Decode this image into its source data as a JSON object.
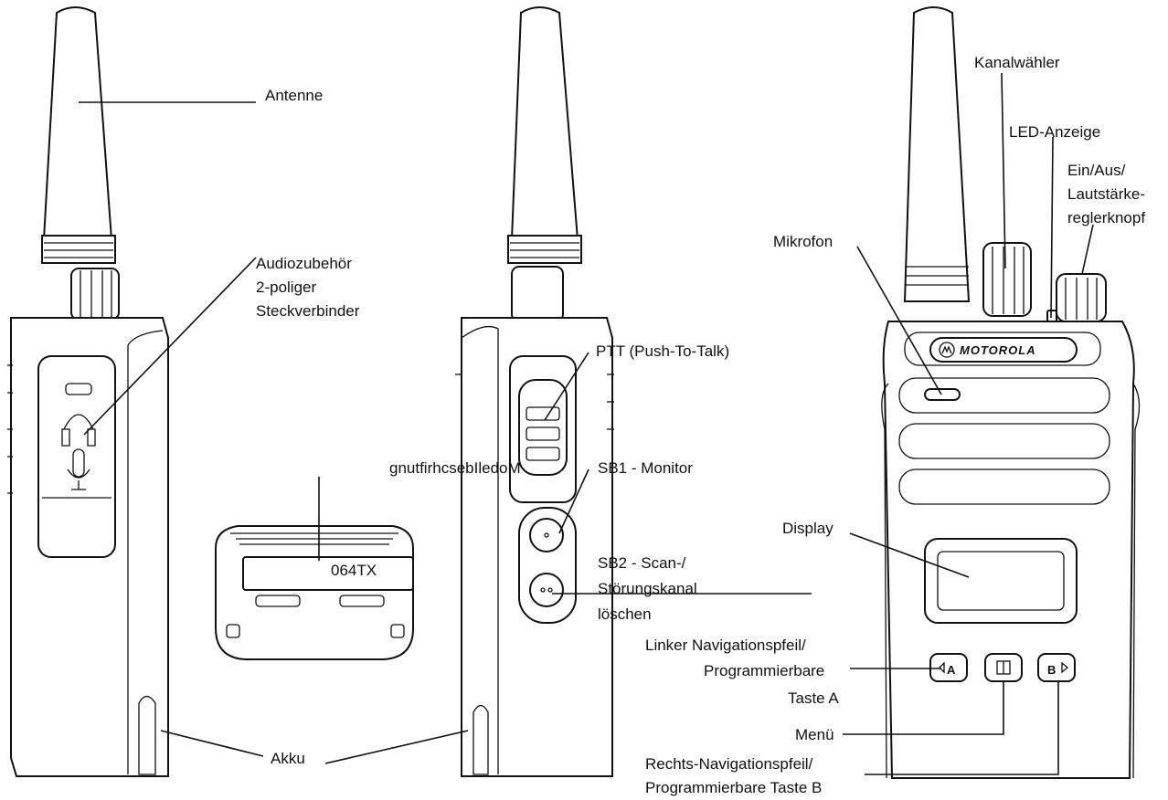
{
  "labels": {
    "antenne": "Antenne",
    "audio_1": "Audiozubehör",
    "audio_2": "2-poliger",
    "audio_3": "Steckverbinder",
    "akku": "Akku",
    "model": "064TX",
    "mirrored_text": "gnutfirhcsebIledoM",
    "ptt": "PTT (Push-To-Talk)",
    "sb1": "SB1 - Monitor",
    "sb2_1": "SB2 - Scan-/",
    "sb2_2": "Störungskanal",
    "sb2_3": "löschen",
    "kanalwaehler": "Kanalwähler",
    "led": "LED-Anzeige",
    "einaus_1": "Ein/Aus/",
    "einaus_2": "Lautstärke-",
    "einaus_3": "reglerknopf",
    "mikrofon": "Mikrofon",
    "display": "Display",
    "links_1": "Linker Navigationspfeil/",
    "links_2": "Programmierbare",
    "links_3": "Taste A",
    "menue": "Menü",
    "rechts_1": "Rechts-Navigationspfeil/",
    "rechts_2": "Programmierbare Taste B",
    "brand": "MOTOROLA",
    "key_a": "A",
    "key_b": "B"
  }
}
